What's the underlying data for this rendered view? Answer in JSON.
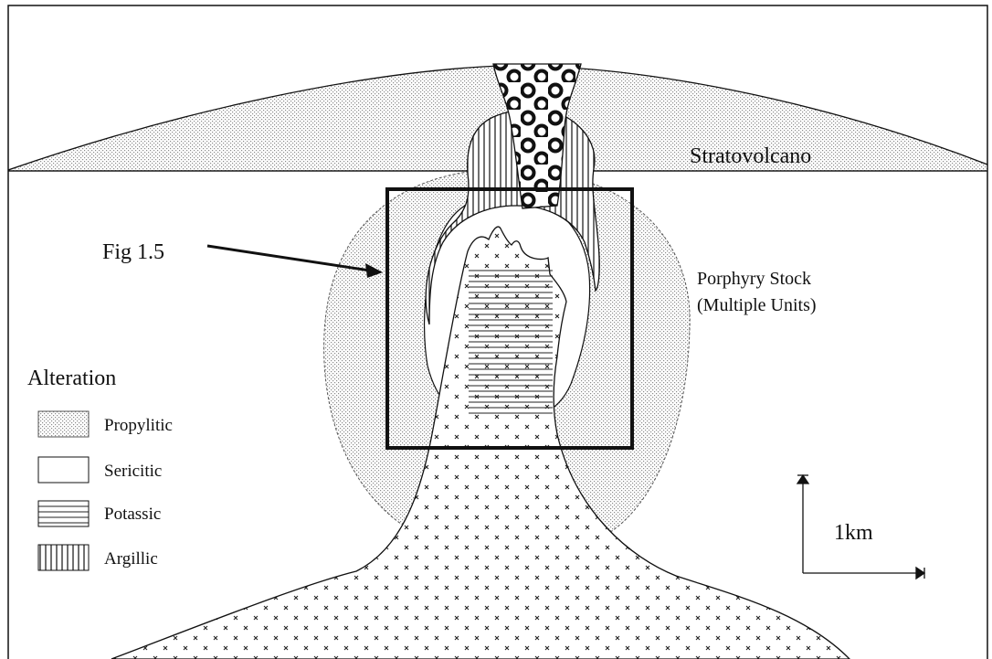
{
  "labels": {
    "stratovolcano": "Stratovolcano",
    "porphyry_line1": "Porphyry Stock",
    "porphyry_line2": "(Multiple Units)",
    "fig_ref": "Fig 1.5",
    "scale": "1km"
  },
  "legend": {
    "title": "Alteration",
    "items": [
      {
        "label": "Propylitic",
        "pattern": "stipple"
      },
      {
        "label": "Sericitic",
        "pattern": "blank"
      },
      {
        "label": "Potassic",
        "pattern": "horizontal-lines"
      },
      {
        "label": "Argillic",
        "pattern": "vertical-lines"
      }
    ]
  },
  "colors": {
    "line": "#111111",
    "stipple_dot": "#8a8a8a",
    "background": "#ffffff"
  }
}
